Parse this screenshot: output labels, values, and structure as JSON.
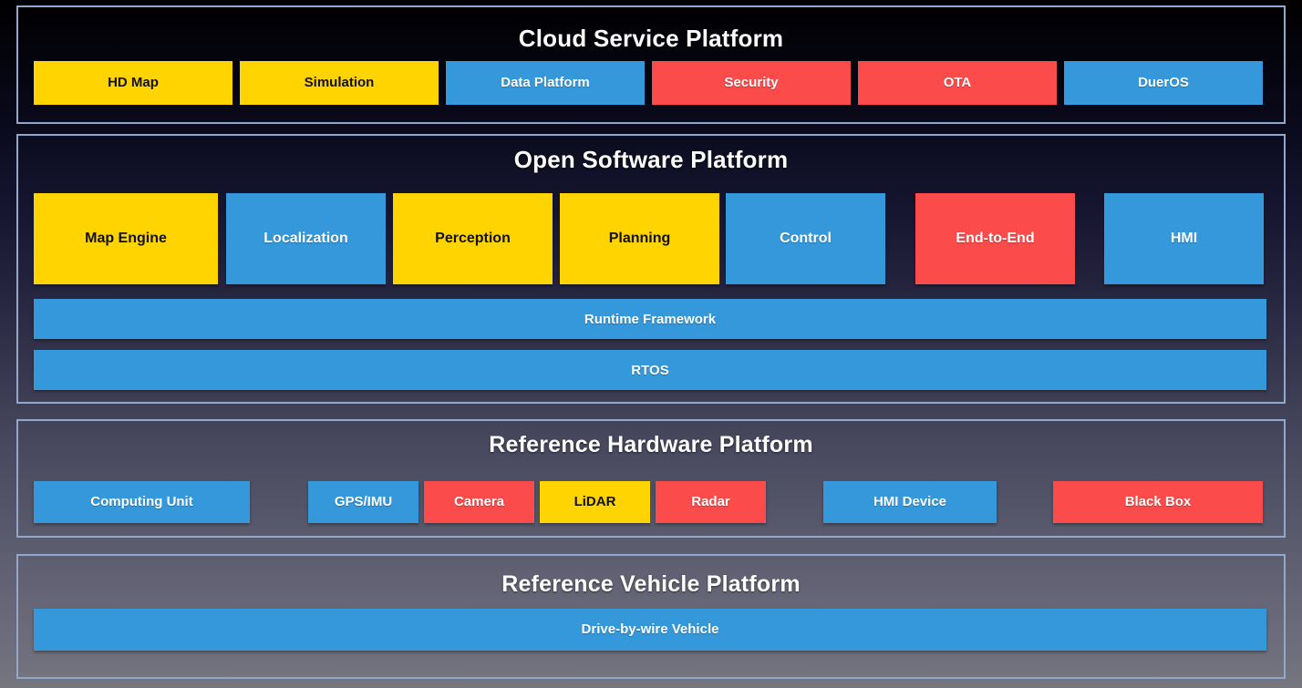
{
  "diagram": {
    "background_top_color": "#000000",
    "background_bottom_color": "#76767f",
    "panel_border_color": "#8fa8cc",
    "colors": {
      "blue": "#3498db",
      "yellow": "#ffd400",
      "red": "#fb4b4b",
      "text_light": "#ffffff",
      "text_dark": "#111111"
    }
  },
  "layers": [
    {
      "id": "cloud-service-platform",
      "title": "Cloud Service Platform",
      "blocks": [
        {
          "label": "HD Map",
          "color": "yellow"
        },
        {
          "label": "Simulation",
          "color": "yellow"
        },
        {
          "label": "Data Platform",
          "color": "blue"
        },
        {
          "label": "Security",
          "color": "red"
        },
        {
          "label": "OTA",
          "color": "red"
        },
        {
          "label": "DuerOS",
          "color": "blue"
        }
      ]
    },
    {
      "id": "open-software-platform",
      "title": "Open Software Platform",
      "blocks": [
        {
          "label": "Map Engine",
          "color": "yellow"
        },
        {
          "label": "Localization",
          "color": "blue"
        },
        {
          "label": "Perception",
          "color": "yellow"
        },
        {
          "label": "Planning",
          "color": "yellow"
        },
        {
          "label": "Control",
          "color": "blue"
        },
        {
          "label": "End-to-End",
          "color": "red"
        },
        {
          "label": "HMI",
          "color": "blue"
        }
      ],
      "bars": [
        {
          "label": "Runtime Framework",
          "color": "blue"
        },
        {
          "label": "RTOS",
          "color": "blue"
        }
      ]
    },
    {
      "id": "reference-hardware-platform",
      "title": "Reference Hardware Platform",
      "blocks": [
        {
          "label": "Computing Unit",
          "color": "blue"
        },
        {
          "label": "GPS/IMU",
          "color": "blue"
        },
        {
          "label": "Camera",
          "color": "red"
        },
        {
          "label": "LiDAR",
          "color": "yellow"
        },
        {
          "label": "Radar",
          "color": "red"
        },
        {
          "label": "HMI Device",
          "color": "blue"
        },
        {
          "label": "Black Box",
          "color": "red"
        }
      ]
    },
    {
      "id": "reference-vehicle-platform",
      "title": "Reference Vehicle Platform",
      "blocks": [
        {
          "label": "Drive-by-wire Vehicle",
          "color": "blue"
        }
      ]
    }
  ]
}
